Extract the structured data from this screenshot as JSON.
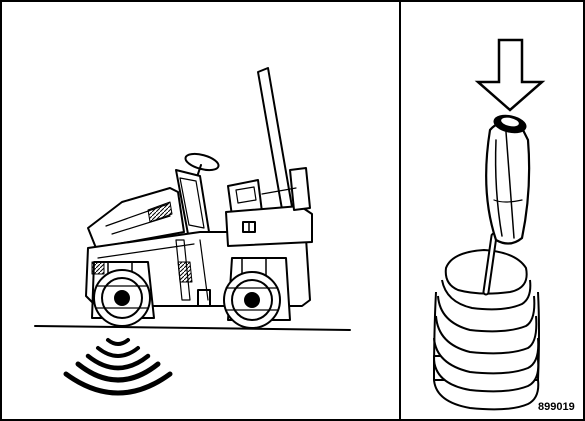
{
  "figure": {
    "code": "899019",
    "ink_color": "#000000",
    "paper_color": "#ffffff"
  },
  "panels": {
    "left": {
      "machine": "roller",
      "icons": [
        "roller-icon",
        "vibration-waves-icon"
      ]
    },
    "right": {
      "control": "control-lever",
      "icons": [
        "down-arrow-icon",
        "lever-knob-icon",
        "lever-boot-icon"
      ]
    }
  }
}
